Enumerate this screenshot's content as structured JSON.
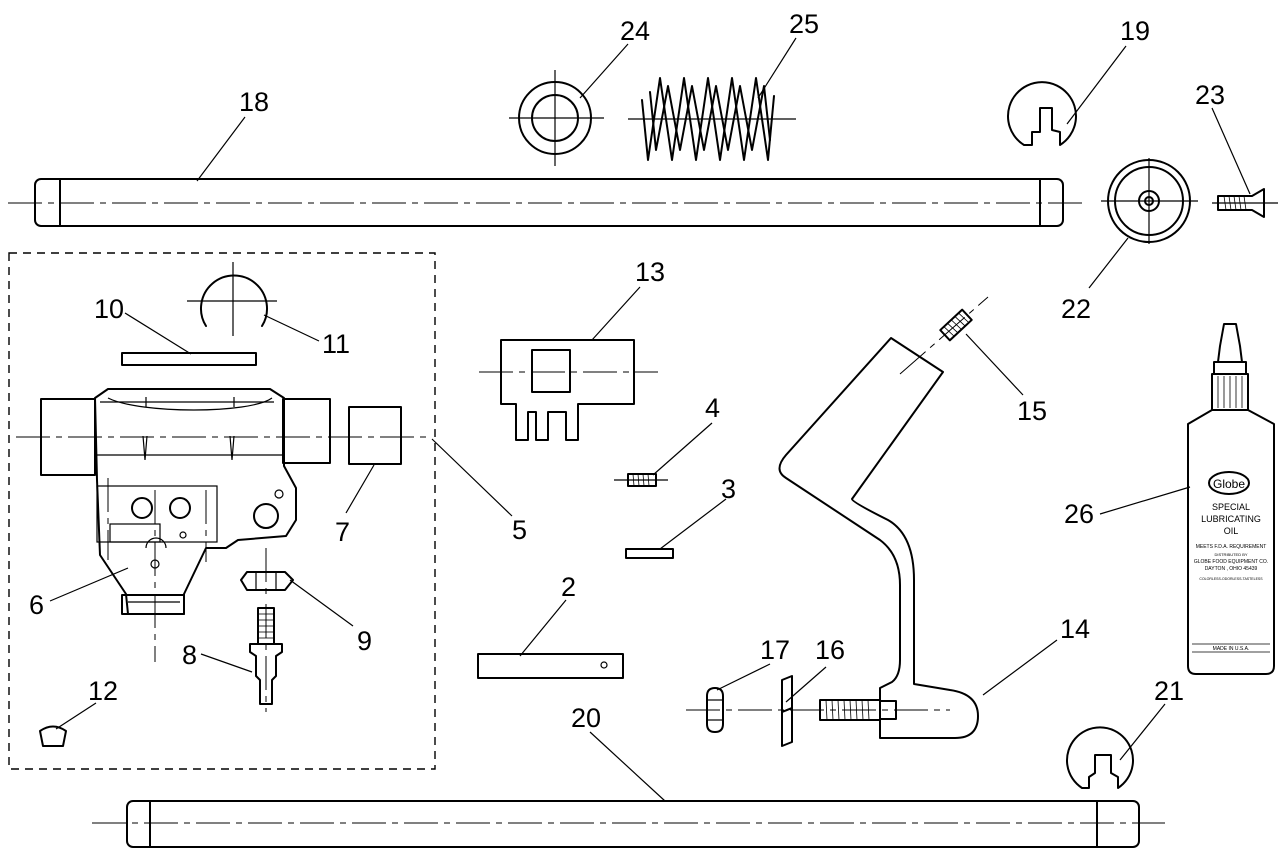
{
  "callouts": {
    "c2": "2",
    "c3": "3",
    "c4": "4",
    "c5": "5",
    "c6": "6",
    "c7": "7",
    "c8": "8",
    "c9": "9",
    "c10": "10",
    "c11": "11",
    "c12": "12",
    "c13": "13",
    "c14": "14",
    "c15": "15",
    "c16": "16",
    "c17": "17",
    "c18": "18",
    "c19": "19",
    "c20": "20",
    "c21": "21",
    "c22": "22",
    "c23": "23",
    "c24": "24",
    "c25": "25",
    "c26": "26"
  },
  "oil_label": {
    "brand": "Globe",
    "line1": "SPECIAL",
    "line2": "LUBRICATING",
    "line3": "OIL",
    "meets": "MEETS F.D.A. REQUIREMENT",
    "distributed": "DISTRIBUTED BY",
    "company": "GLOBE FOOD EQUIPMENT CO.",
    "city": "DAYTON , OHIO 45439",
    "props": "COLORLESS-ODORLESS-TASTELESS",
    "made": "MADE IN U.S.A."
  }
}
